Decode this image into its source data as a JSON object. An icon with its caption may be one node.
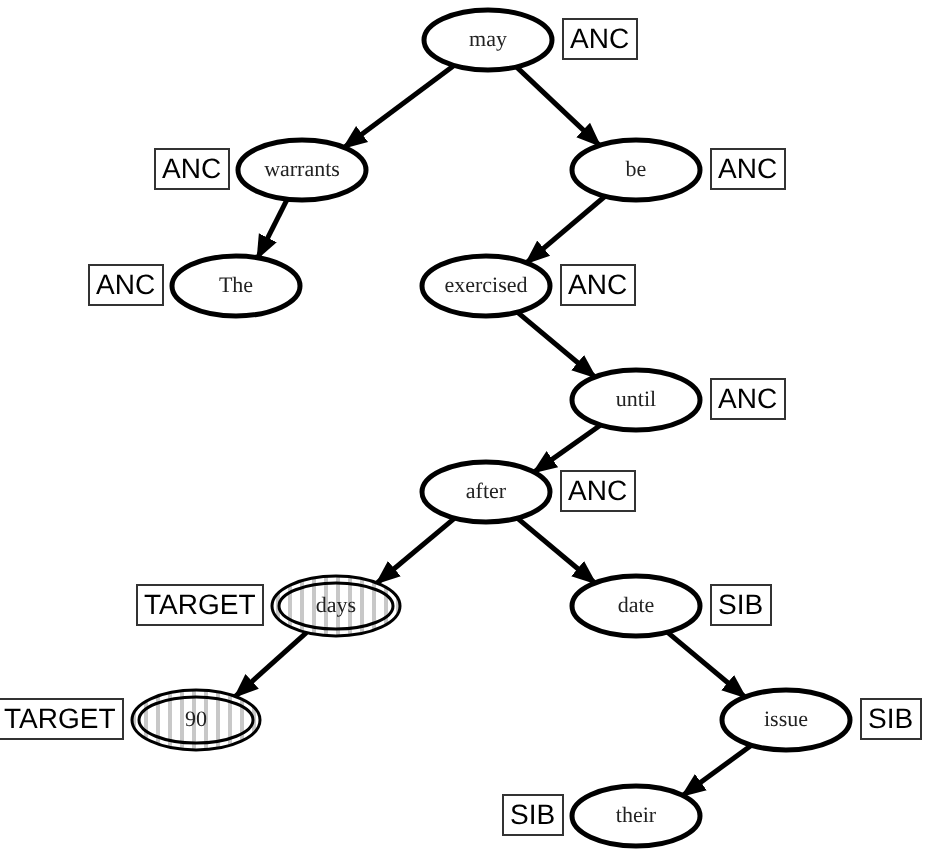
{
  "diagram": {
    "nodes": [
      {
        "text": [
          "may"
        ],
        "beside": [
          "ANC"
        ]
      },
      {
        "text": [
          "warrants"
        ],
        "beside": [
          "ANC"
        ]
      },
      {
        "text": [
          "be"
        ],
        "beside": [
          "ANC"
        ]
      },
      {
        "text": [
          "The"
        ],
        "beside": [
          "ANC"
        ]
      },
      {
        "text": [
          "exercised"
        ],
        "beside": [
          "ANC"
        ]
      },
      {
        "text": [
          "until"
        ],
        "beside": [
          "ANC"
        ]
      },
      {
        "text": [
          "after"
        ],
        "beside": [
          "ANC"
        ]
      },
      {
        "text": [
          "days"
        ],
        "beside": [
          "TARGET"
        ]
      },
      {
        "text": [
          "date"
        ],
        "beside": [
          "SIB"
        ]
      },
      {
        "text": [
          "90"
        ],
        "beside": [
          "TARGET"
        ]
      },
      {
        "text": [
          "issue"
        ],
        "beside": [
          "SIB"
        ]
      },
      {
        "text": [
          "their"
        ],
        "beside": [
          "SIB"
        ]
      }
    ],
    "edges": [
      {
        "from": 0,
        "to": 1,
        "arrow": "to"
      },
      {
        "from": 0,
        "to": 2,
        "arrow": "to"
      },
      {
        "from": 1,
        "to": 3,
        "arrow": "to"
      },
      {
        "from": 2,
        "to": 4,
        "arrow": "to"
      },
      {
        "from": 4,
        "to": 5,
        "arrow": "to"
      },
      {
        "from": 5,
        "to": 6,
        "arrow": "to"
      },
      {
        "from": 6,
        "to": 7,
        "arrow": "to"
      },
      {
        "from": 6,
        "to": 8,
        "arrow": "to"
      },
      {
        "from": 7,
        "to": 9,
        "arrow": "to"
      },
      {
        "from": 8,
        "to": 10,
        "arrow": "to"
      },
      {
        "from": 10,
        "to": 11,
        "arrow": "to"
      }
    ]
  }
}
